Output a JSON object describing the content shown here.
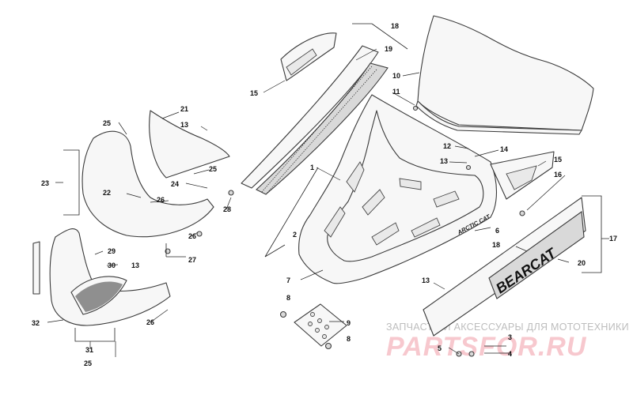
{
  "labels": {
    "p1": "1",
    "p2": "2",
    "p3": "3",
    "p4": "4",
    "p5": "5",
    "p6": "6",
    "p7": "7",
    "p8a": "8",
    "p8b": "8",
    "p9": "9",
    "p10": "10",
    "p11": "11",
    "p12": "12",
    "p13a": "13",
    "p13b": "13",
    "p13c": "13",
    "p13d": "13",
    "p14": "14",
    "p15a": "15",
    "p15b": "15",
    "p16": "16",
    "p17": "17",
    "p18a": "18",
    "p18b": "18",
    "p19": "19",
    "p20": "20",
    "p21": "21",
    "p22": "22",
    "p23": "23",
    "p24": "24",
    "p25a": "25",
    "p25b": "25",
    "p25c": "25",
    "p26a": "26",
    "p26b": "26",
    "p26c": "26",
    "p27": "27",
    "p28": "28",
    "p29": "29",
    "p30": "30",
    "p31": "31",
    "p32": "32"
  },
  "decals": {
    "arctic_cat": "ARCTIC CAT",
    "bearcat": "BEARCAT"
  },
  "watermark": {
    "subtitle": "ЗАПЧАСТИ И АКСЕССУАРЫ ДЛЯ МОТОТЕХНИКИ",
    "brand": "PARTSFOR.RU"
  }
}
